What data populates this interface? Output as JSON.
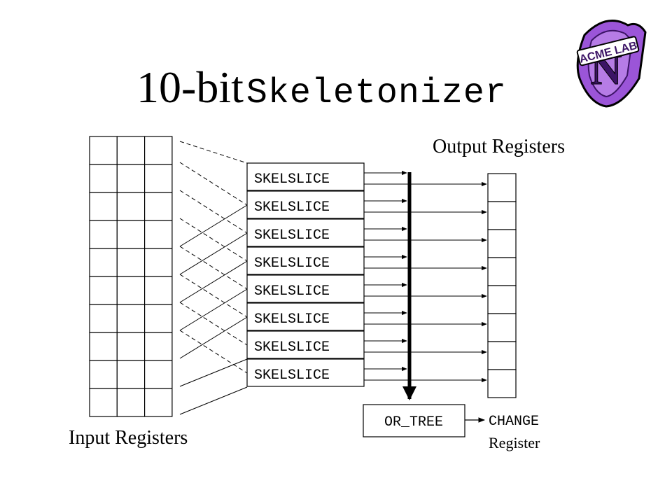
{
  "title": {
    "prefix": "10-bit",
    "name": "Skeletonizer"
  },
  "logo": {
    "text": "ACME LAB",
    "letter": "N",
    "fill_color": "#9b55d8",
    "dark_color": "#3c1466"
  },
  "labels": {
    "input": "Input Registers",
    "output": "Output Registers",
    "register": "Register"
  },
  "slices": [
    "SKELSLICE",
    "SKELSLICE",
    "SKELSLICE",
    "SKELSLICE",
    "SKELSLICE",
    "SKELSLICE",
    "SKELSLICE",
    "SKELSLICE"
  ],
  "or_tree": "OR_TREE",
  "change": "CHANGE"
}
